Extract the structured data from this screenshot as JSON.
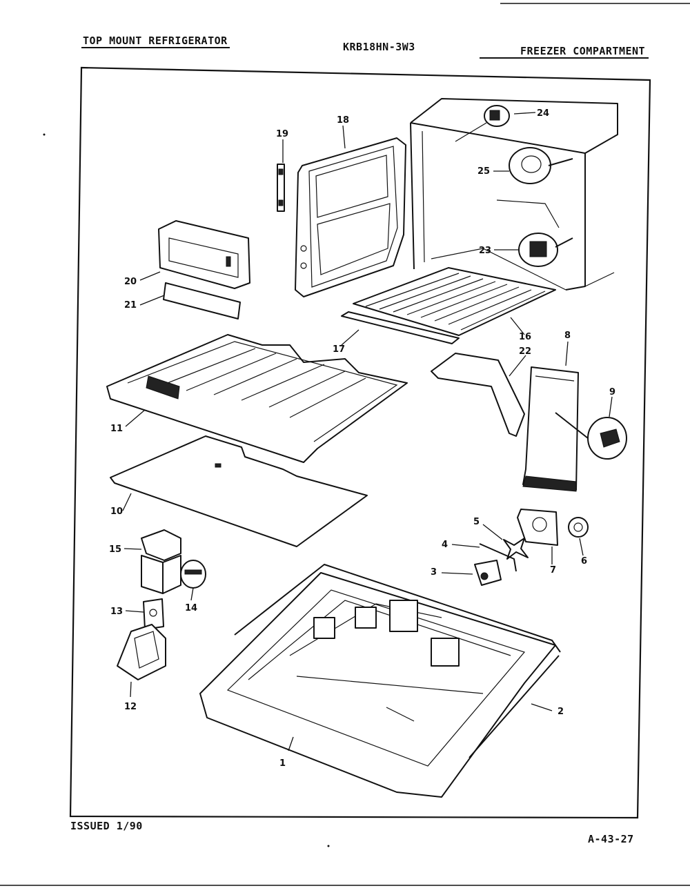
{
  "header": {
    "left": "TOP MOUNT REFRIGERATOR",
    "center": "KRB18HN-3W3",
    "right": "FREEZER COMPARTMENT"
  },
  "footer": {
    "issued": "ISSUED 1/90",
    "page_code": "A-43-27"
  },
  "callouts": {
    "p1": "1",
    "p2": "2",
    "p3": "3",
    "p4": "4",
    "p5": "5",
    "p6": "6",
    "p7": "7",
    "p8": "8",
    "p9": "9",
    "p10": "10",
    "p11": "11",
    "p12": "12",
    "p13": "13",
    "p14": "14",
    "p15": "15",
    "p16": "16",
    "p17": "17",
    "p18": "18",
    "p19": "19",
    "p20": "20",
    "p21": "21",
    "p22": "22",
    "p23": "23",
    "p24": "24",
    "p25": "25"
  }
}
